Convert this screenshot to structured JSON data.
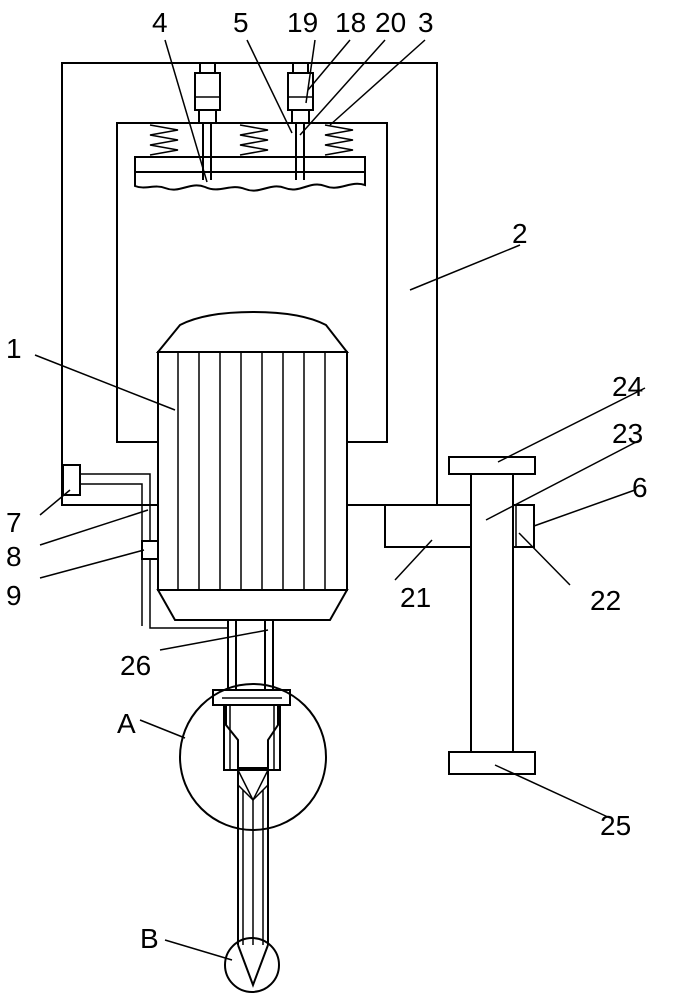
{
  "labels": {
    "l1": "1",
    "l2": "2",
    "l3": "3",
    "l4": "4",
    "l5": "5",
    "l6": "6",
    "l7": "7",
    "l8": "8",
    "l9": "9",
    "l18": "18",
    "l19": "19",
    "l20": "20",
    "l21": "21",
    "l22": "22",
    "l23": "23",
    "l24": "24",
    "l25": "25",
    "l26": "26",
    "lA": "A",
    "lB": "B"
  }
}
